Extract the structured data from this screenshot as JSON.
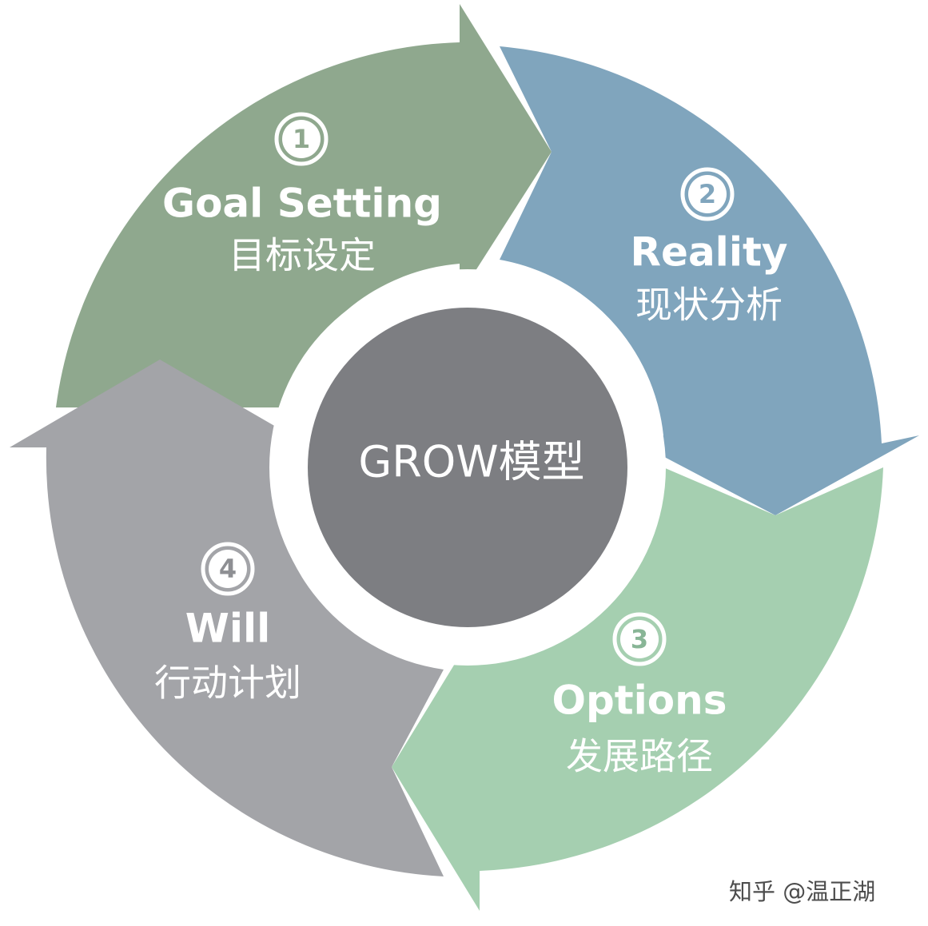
{
  "center": {
    "label": "GROW模型",
    "color": "#7d7e82"
  },
  "segments": [
    {
      "id": "goal",
      "number": "1",
      "title": "Goal Setting",
      "subtitle": "目标设定",
      "color": "#8fa88e"
    },
    {
      "id": "reality",
      "number": "2",
      "title": "Reality",
      "subtitle": "现状分析",
      "color": "#80a5bd"
    },
    {
      "id": "options",
      "number": "3",
      "title": "Options",
      "subtitle": "发展路径",
      "color": "#a5cfb0"
    },
    {
      "id": "will",
      "number": "4",
      "title": "Will",
      "subtitle": "行动计划",
      "color": "#a3a4a8"
    }
  ],
  "watermark": "知乎 @温正湖"
}
